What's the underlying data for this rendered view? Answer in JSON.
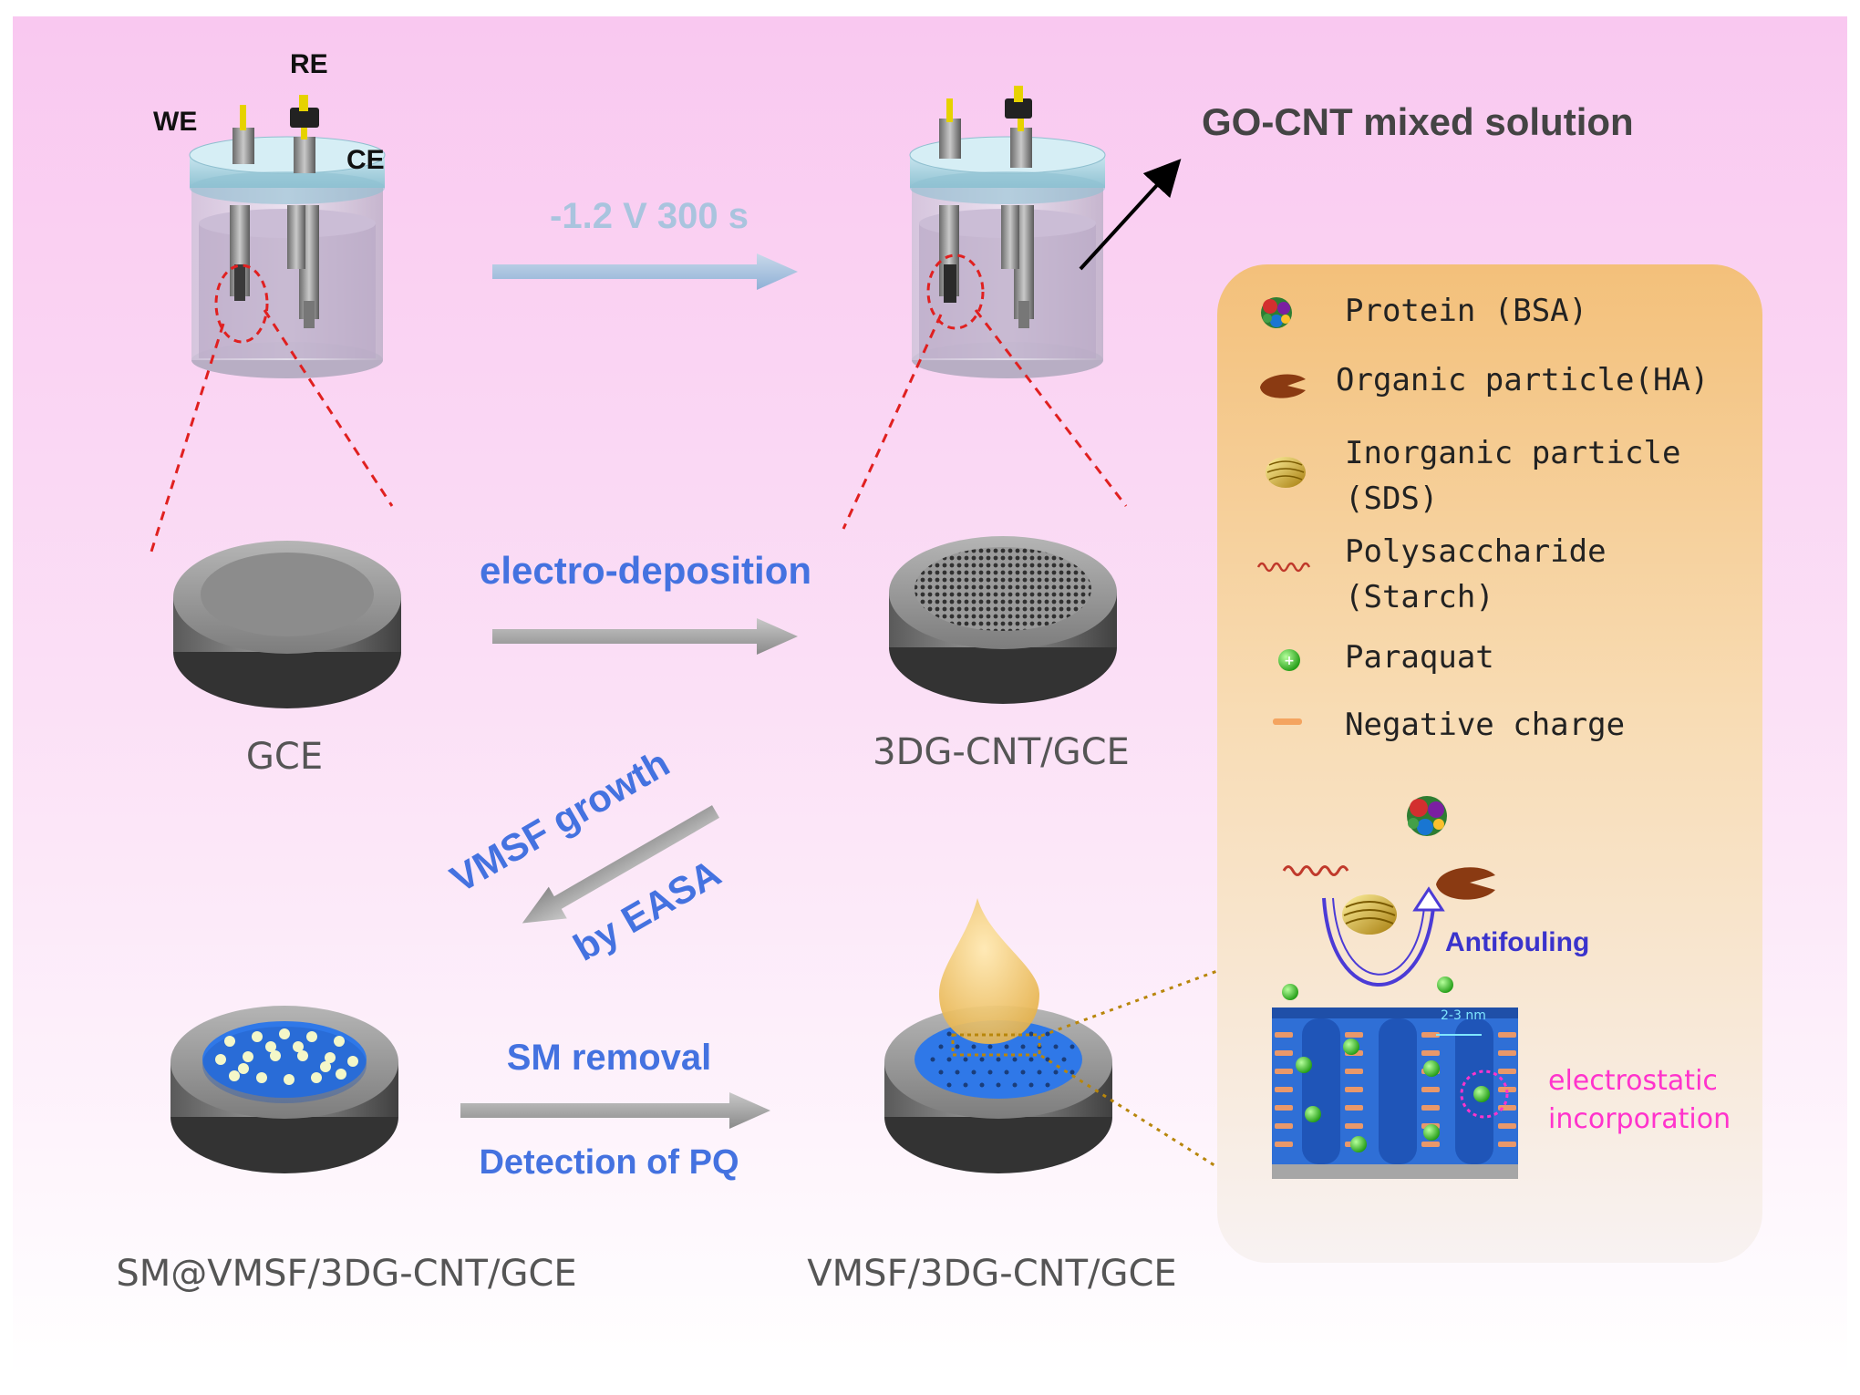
{
  "cell_labels": {
    "we": "WE",
    "re": "RE",
    "ce": "CE"
  },
  "steps": {
    "step1": "-1.2 V 300 s",
    "step2": "electro-deposition",
    "step3_line1": "VMSF growth",
    "step3_line2": "by EASA",
    "step4_top": "SM removal",
    "step4_bottom": "Detection of PQ"
  },
  "annotations": {
    "solution": "GO-CNT mixed solution",
    "antifouling": "Antifouling",
    "pore_size": "2-3 nm",
    "electrostatic_line1": "electrostatic",
    "electrostatic_line2": "incorporation"
  },
  "electrodes": {
    "gce": "GCE",
    "gce_3dg": "3DG-CNT/GCE",
    "sm_vmsf": "SM@VMSF/3DG-CNT/GCE",
    "vmsf": "VMSF/3DG-CNT/GCE"
  },
  "legend": {
    "items": [
      {
        "icon": "protein-bsa-icon",
        "line1": "Protein (BSA)",
        "line2": ""
      },
      {
        "icon": "organic-particle-icon",
        "line1": "Organic particle(HA)",
        "line2": ""
      },
      {
        "icon": "inorganic-particle-icon",
        "line1": "Inorganic particle",
        "line2": "(SDS)"
      },
      {
        "icon": "polysaccharide-icon",
        "line1": "Polysaccharide",
        "line2": "(Starch)"
      },
      {
        "icon": "paraquat-icon",
        "line1": "Paraquat",
        "line2": ""
      },
      {
        "icon": "negative-charge-icon",
        "line1": "Negative charge",
        "line2": ""
      }
    ]
  },
  "colors": {
    "bg_top": "#f9c9f0",
    "bg_bottom": "#ffffff",
    "arrow_fill": "#a9c4de",
    "blue_text": "#4472e0",
    "antifouling": "#3333cc",
    "magenta": "#ff33cc",
    "legend_top": "#f3c27a",
    "channel_blue": "#2f6fd6",
    "red_dash": "#e02020"
  }
}
